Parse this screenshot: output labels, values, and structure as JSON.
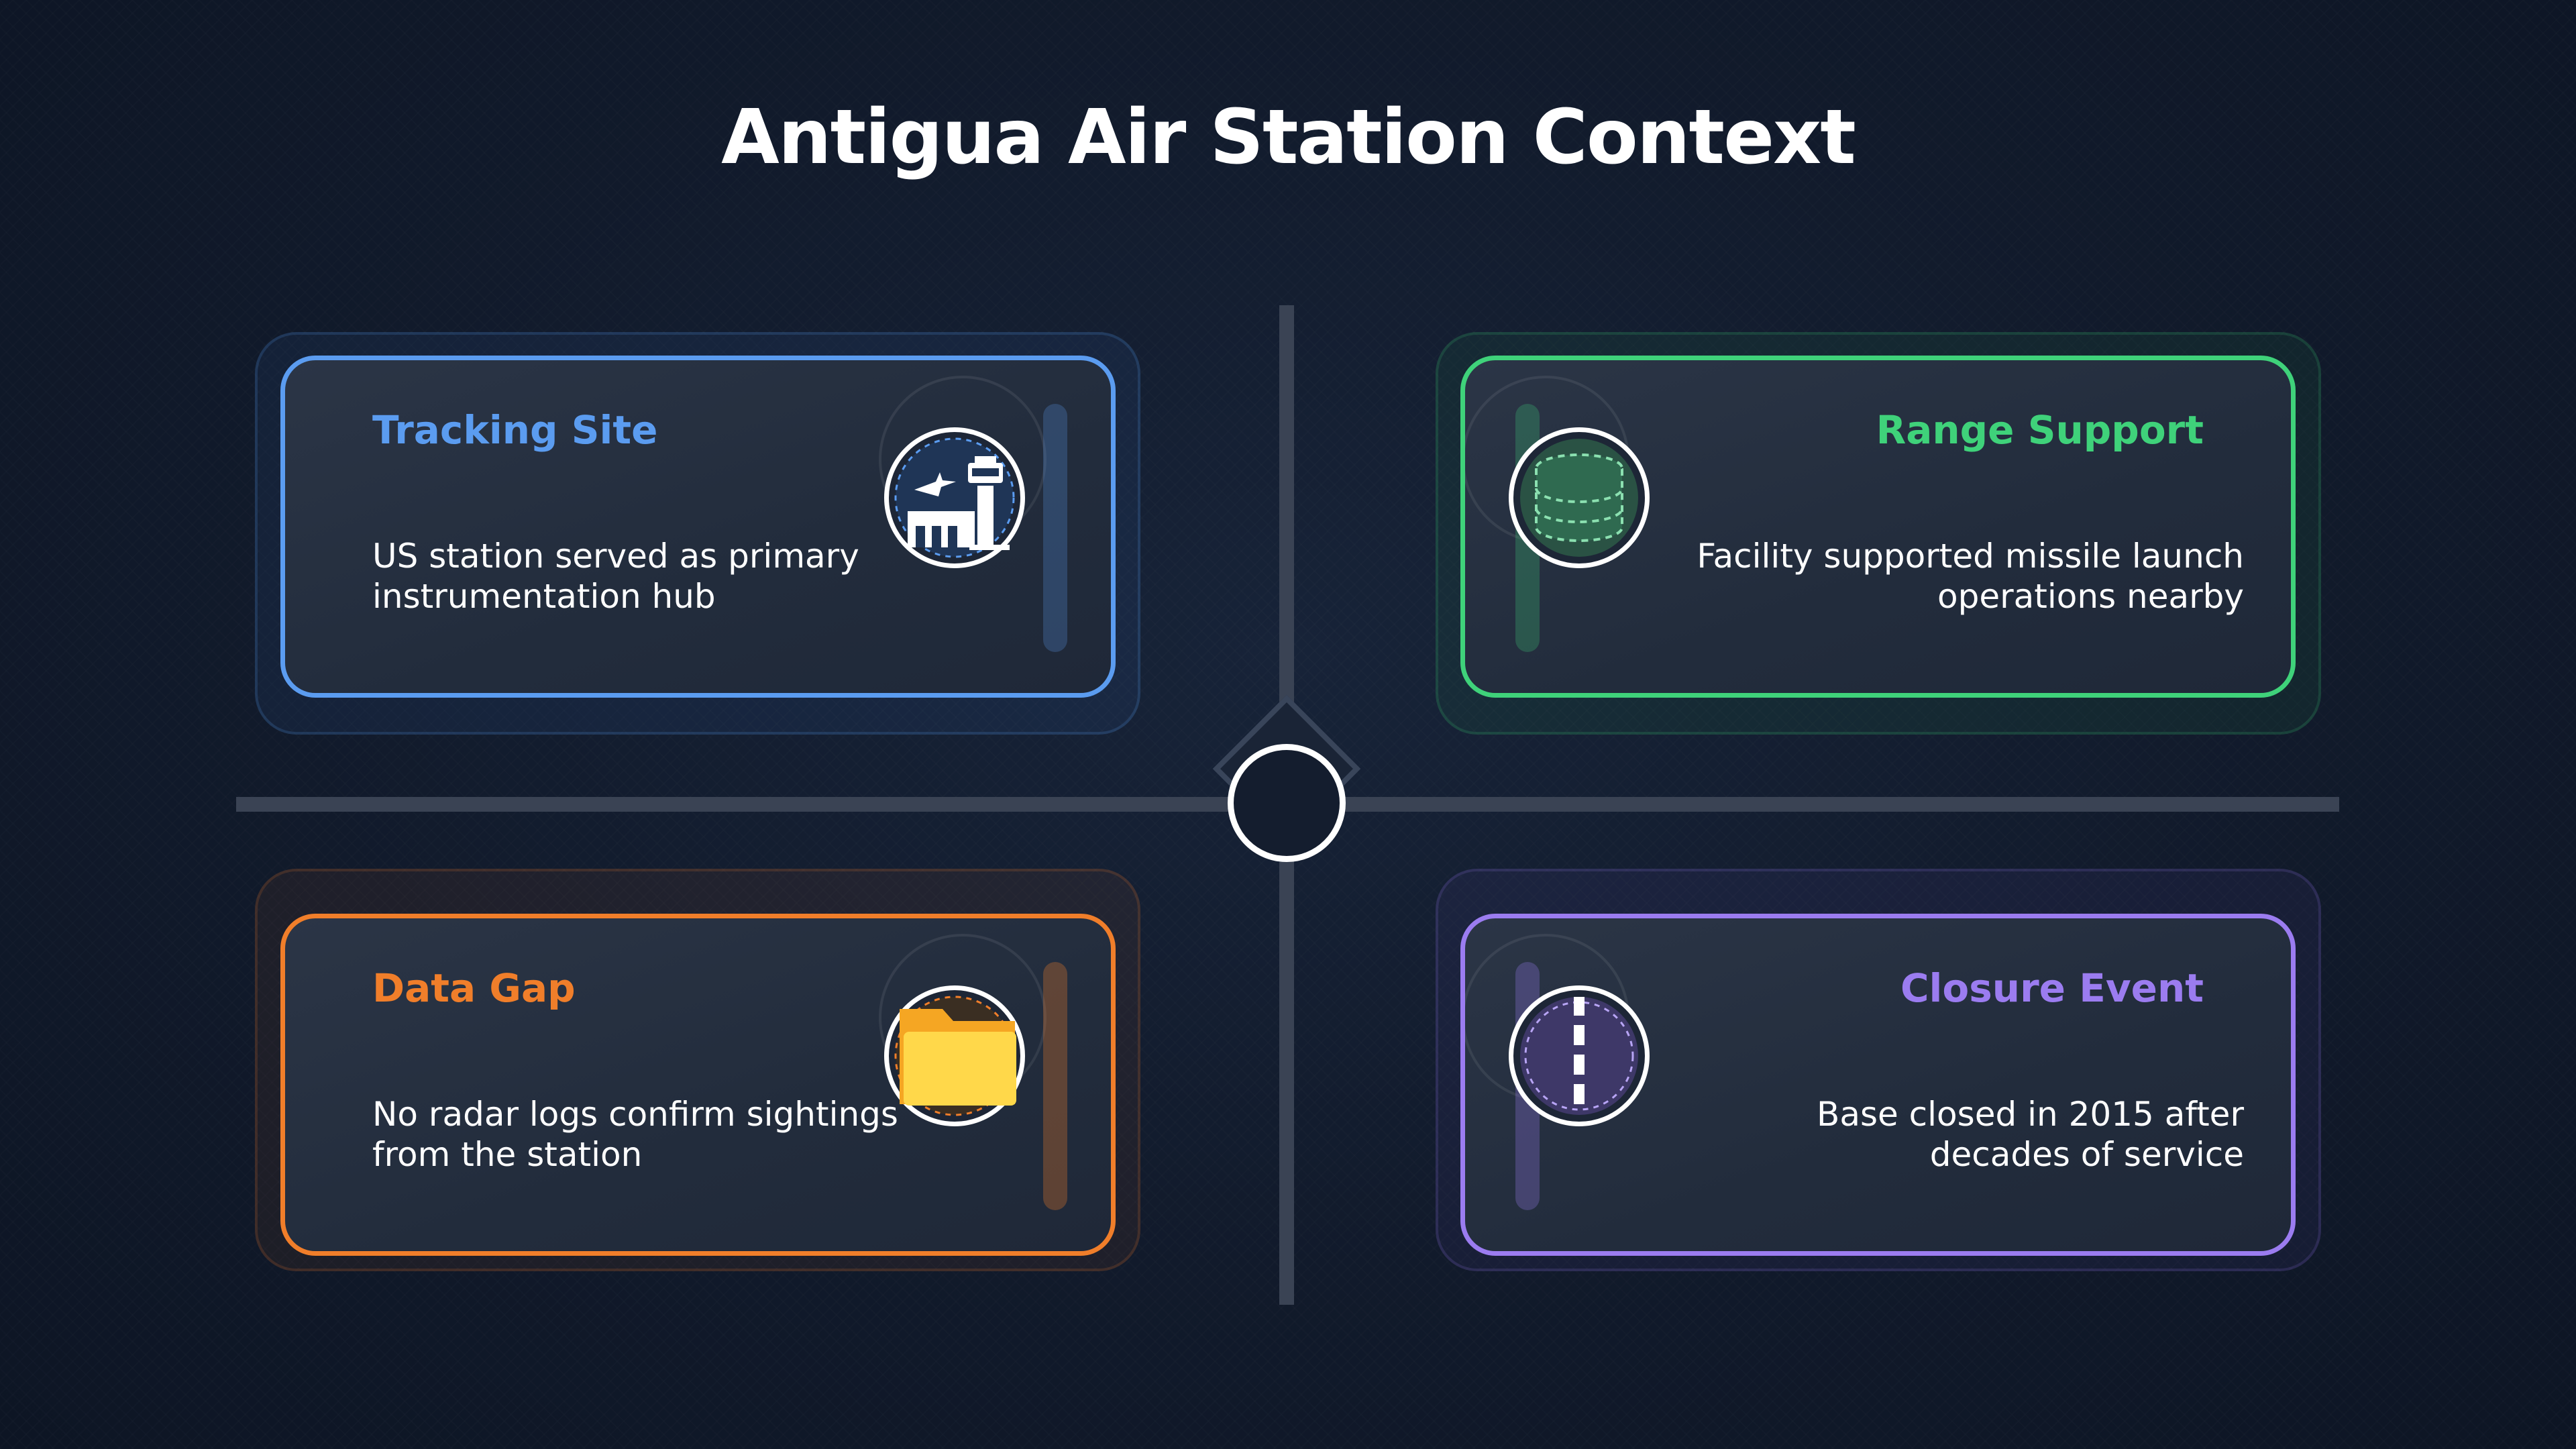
{
  "title": "Antigua Air Station Context",
  "colors": {
    "background": "#111a2b",
    "blue": "#5b9cf0",
    "green": "#3fd27a",
    "orange": "#f07e2a",
    "purple": "#9b7cf0",
    "axis": "#3a4354"
  },
  "quadrants": [
    {
      "position": "top-left",
      "title": "Tracking Site",
      "text": "US station served as primary instrumentation hub",
      "icon": "airport-tower-icon",
      "color": "#5b9cf0"
    },
    {
      "position": "top-right",
      "title": "Range Support",
      "text": "Facility supported missile launch operations nearby",
      "icon": "database-icon",
      "color": "#3fd27a"
    },
    {
      "position": "bottom-left",
      "title": "Data Gap",
      "text": "No radar logs confirm sightings from the station",
      "icon": "folder-icon",
      "color": "#f07e2a"
    },
    {
      "position": "bottom-right",
      "title": "Closure Event",
      "text": "Base closed in 2015 after decades of service",
      "icon": "road-icon",
      "color": "#9b7cf0"
    }
  ]
}
